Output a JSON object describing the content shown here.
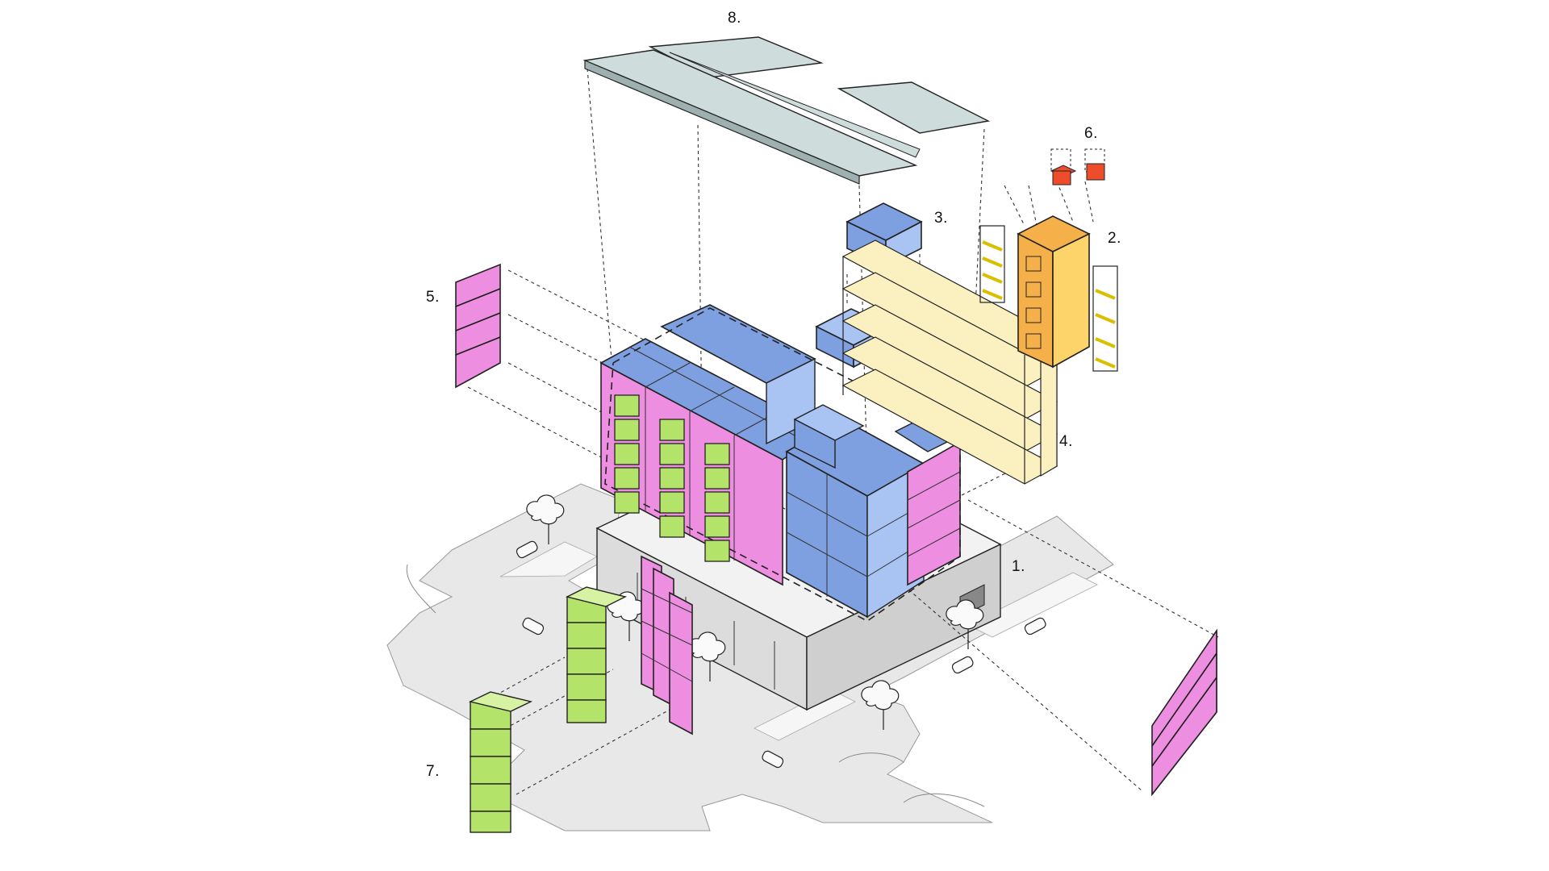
{
  "labels": {
    "l1": "1.",
    "l2": "2.",
    "l3": "3.",
    "l4": "4.",
    "l5": "5.",
    "l6": "6.",
    "l7": "7.",
    "l8": "8."
  },
  "colors": {
    "roof": "#cfdcdc",
    "blue": "#7e9fe0",
    "blue_light": "#a9c4f2",
    "pink": "#ee8ee0",
    "green": "#b4e36a",
    "orange": "#f6b04a",
    "orange_light": "#fdd46a",
    "frame": "#fbf1c0",
    "red": "#ee4d2c",
    "yellow": "#f3e43a",
    "ground": "#e8e8e8"
  }
}
